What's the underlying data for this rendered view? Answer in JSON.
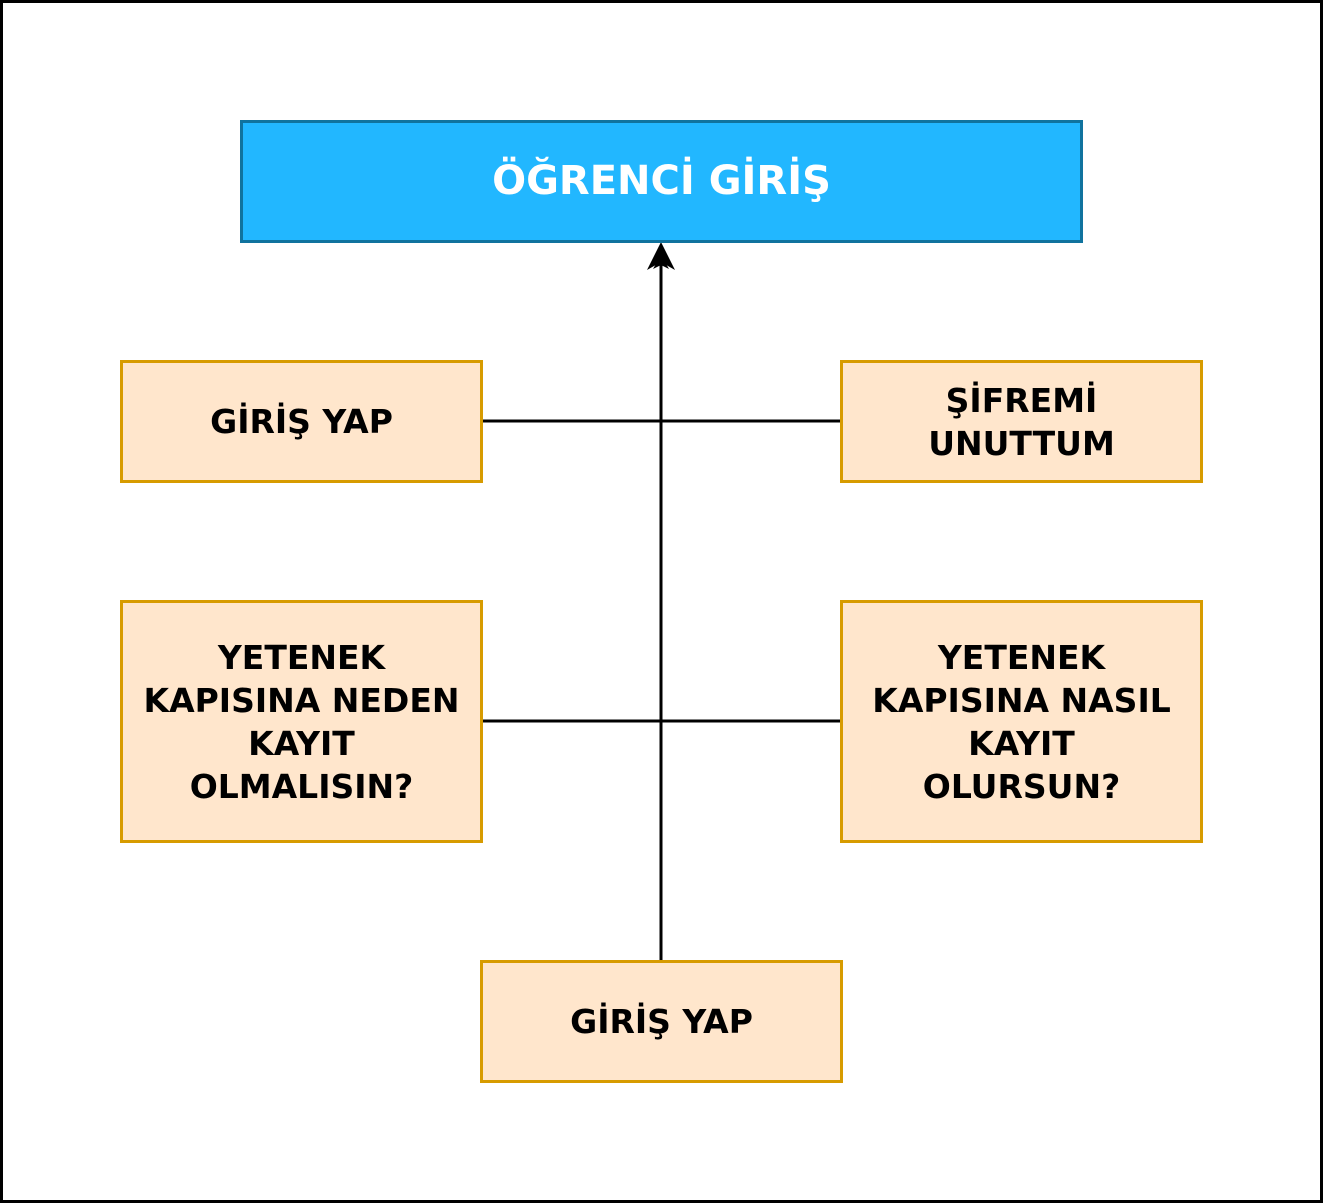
{
  "diagram": {
    "title": "ÖĞRENCİ GİRİŞ",
    "nodes": {
      "login_left": "GİRİŞ YAP",
      "forgot_password": "ŞİFREMİ\nUNUTTUM",
      "why_register": "YETENEK\nKAPISINA NEDEN\nKAYIT\nOLMALISIN?",
      "how_register": "YETENEK\nKAPISINA NASIL\nKAYIT\nOLURSUN?",
      "login_bottom": "GİRİŞ YAP"
    },
    "colors": {
      "title_fill": "#22b7ff",
      "title_border": "#10739e",
      "title_text": "#ffffff",
      "node_fill": "#ffe6cc",
      "node_border": "#d79b00",
      "line": "#000000"
    }
  }
}
